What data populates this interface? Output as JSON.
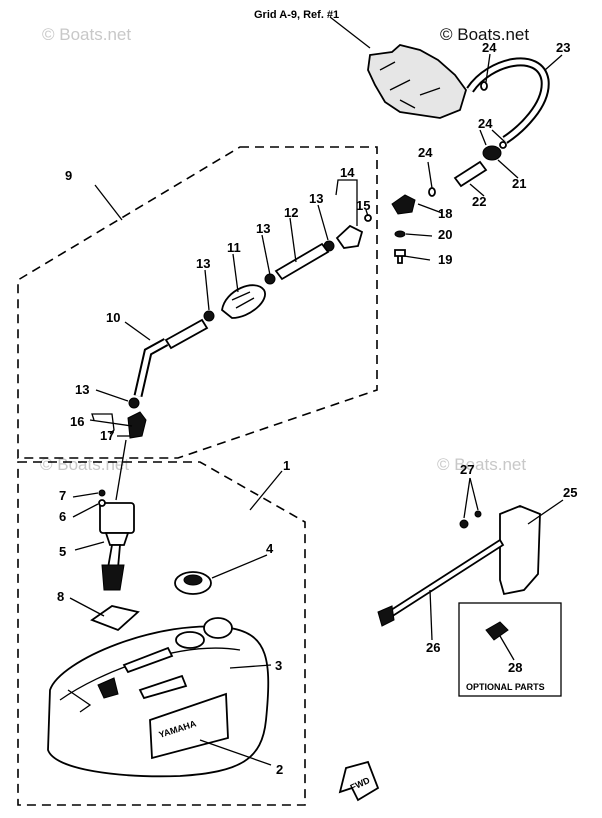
{
  "watermarks": {
    "top_left": "© Boats.net",
    "top_right": "© Boats.net",
    "middle_left": "© Boats.net",
    "middle_right": "© Boats.net"
  },
  "reference_label": "Grid A-9, Ref. #1",
  "optional_parts_label": "OPTIONAL PARTS",
  "tank_brand": "YAMAHA",
  "forward_label": "FWD",
  "callouts": {
    "c1": "1",
    "c2": "2",
    "c3": "3",
    "c4": "4",
    "c5": "5",
    "c6": "6",
    "c7": "7",
    "c8": "8",
    "c9": "9",
    "c10": "10",
    "c11": "11",
    "c12": "12",
    "c13a": "13",
    "c13b": "13",
    "c13c": "13",
    "c13d": "13",
    "c14": "14",
    "c15": "15",
    "c16": "16",
    "c17": "17",
    "c18": "18",
    "c19": "19",
    "c20": "20",
    "c21": "21",
    "c22": "22",
    "c23": "23",
    "c24a": "24",
    "c24b": "24",
    "c24c": "24",
    "c25": "25",
    "c26": "26",
    "c27": "27",
    "c28": "28"
  }
}
